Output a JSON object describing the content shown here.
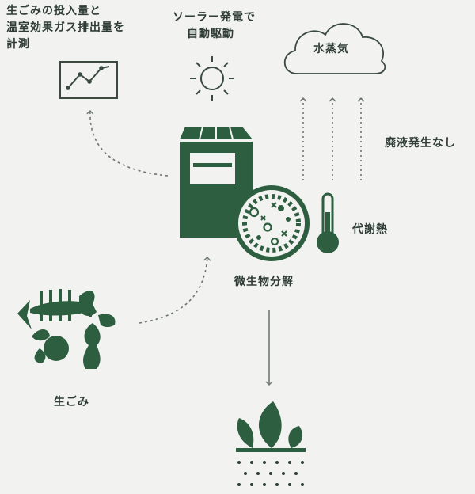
{
  "labels": {
    "measure_line1": "生ごみの投入量と",
    "measure_line2": "温室効果ガス排出量を",
    "measure_line3": "計測",
    "solar_line1": "ソーラー発電で",
    "solar_line2": "自動駆動",
    "vapor": "水蒸気",
    "no_waste_liquid": "廃液発生なし",
    "metabolic_heat": "代謝熱",
    "microbial_decomposition": "微生物分解",
    "food_waste": "生ごみ"
  },
  "colors": {
    "background": "#f2f3f1",
    "dark_green": "#2e5e40",
    "text": "#2f3d34",
    "line": "#6f7770"
  },
  "icons": [
    "chart-monitor-icon",
    "sun-icon",
    "cloud-icon",
    "machine-icon",
    "microbe-dish-icon",
    "thermometer-icon",
    "fish-bone-icon",
    "apple-core-icon",
    "vegetable-icon",
    "sprout-icon"
  ]
}
